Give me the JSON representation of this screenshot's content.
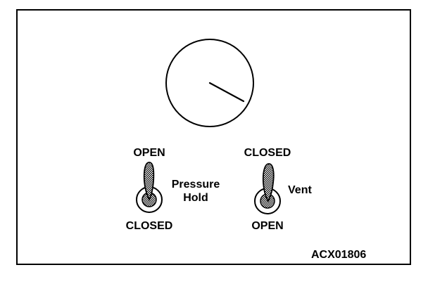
{
  "valve_1": {
    "name": "Pressure\nHold",
    "top_label": "OPEN",
    "bottom_label": "CLOSED"
  },
  "valve_2": {
    "name": "Vent",
    "top_label": "CLOSED",
    "bottom_label": "OPEN"
  },
  "figure_id": "ACX01806",
  "colors": {
    "ink": "#000000",
    "background": "#ffffff",
    "handle_fill": "#bdbdbd"
  }
}
